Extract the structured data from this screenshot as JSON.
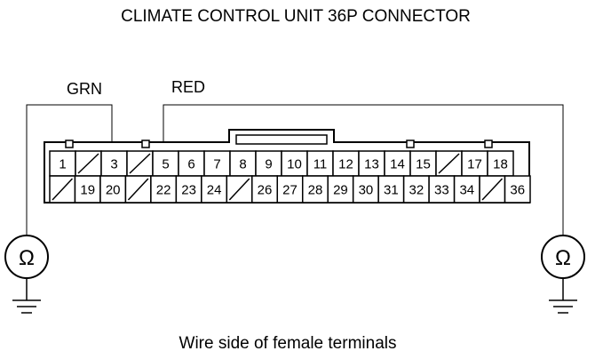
{
  "title": "CLIMATE CONTROL UNIT 36P CONNECTOR",
  "caption": "Wire side of female terminals",
  "wires": {
    "left_label": "GRN",
    "right_label": "RED",
    "left_pin": "3",
    "right_pin": "5"
  },
  "meter_symbol": "Ω",
  "connector": {
    "row_top": [
      "1",
      "",
      "3",
      "",
      "5",
      "6",
      "7",
      "8",
      "9",
      "10",
      "11",
      "12",
      "13",
      "14",
      "15",
      "",
      "17",
      "18"
    ],
    "row_bottom": [
      "",
      "19",
      "20",
      "",
      "22",
      "23",
      "24",
      "",
      "26",
      "27",
      "28",
      "29",
      "30",
      "31",
      "32",
      "33",
      "34",
      "",
      "36"
    ]
  }
}
